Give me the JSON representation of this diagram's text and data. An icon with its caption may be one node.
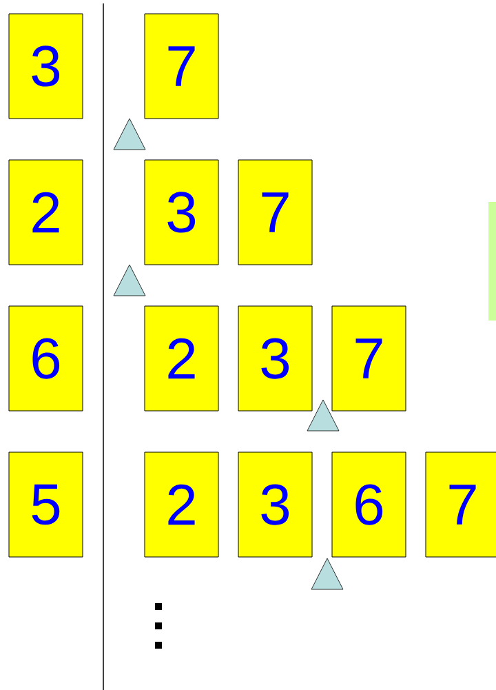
{
  "diagram": {
    "nodes": [
      {
        "text": [
          "3"
        ]
      },
      {
        "text": [
          "7"
        ]
      },
      {
        "text": [
          "2"
        ]
      },
      {
        "text": [
          "3"
        ]
      },
      {
        "text": [
          "7"
        ]
      },
      {
        "text": [
          "6"
        ]
      },
      {
        "text": [
          "2"
        ]
      },
      {
        "text": [
          "3"
        ]
      },
      {
        "text": [
          "7"
        ]
      },
      {
        "text": [
          "5"
        ]
      },
      {
        "text": [
          "2"
        ]
      },
      {
        "text": [
          "3"
        ]
      },
      {
        "text": [
          "6"
        ]
      },
      {
        "text": [
          "7"
        ]
      }
    ]
  }
}
